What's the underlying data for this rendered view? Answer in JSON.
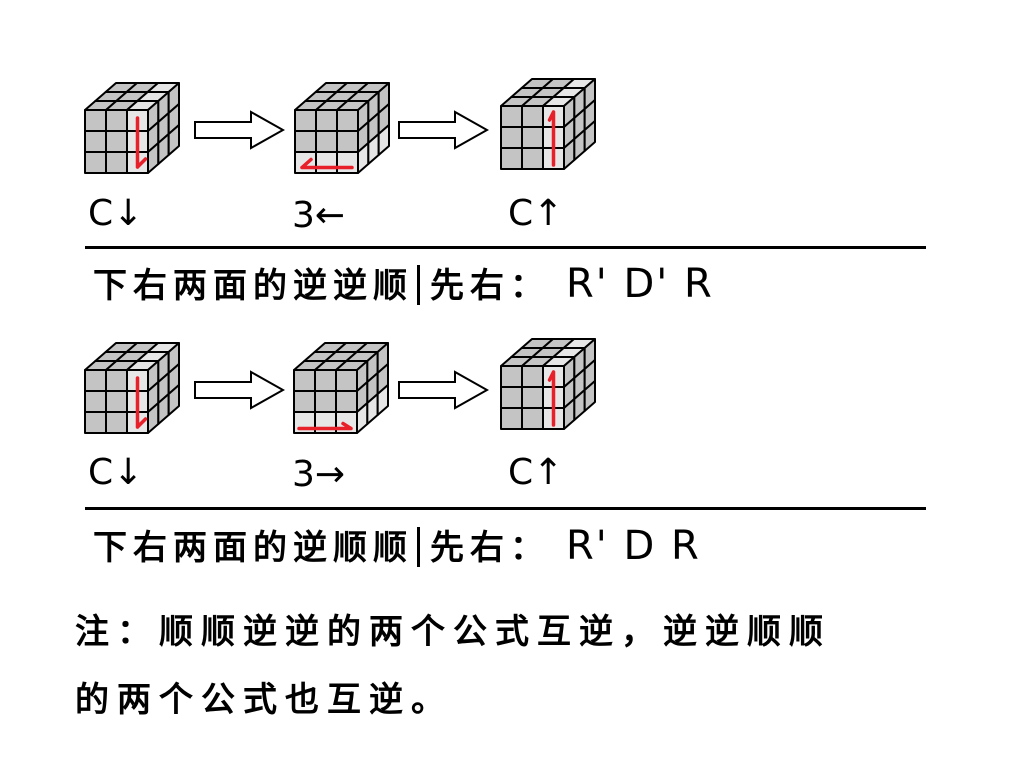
{
  "colors": {
    "sticker": "#c4c4c4",
    "sticker_highlight": "#e6e6e6",
    "edge": "#000000",
    "move_arrow": "#e8202a",
    "block_arrow_fill": "#ffffff"
  },
  "diagrams": [
    {
      "steps": [
        {
          "label": "C↓",
          "highlight": "right-column",
          "move": "down"
        },
        {
          "label": "3←",
          "highlight": "bottom-row",
          "move": "left"
        },
        {
          "label": "C↑",
          "highlight": "right-column",
          "move": "up"
        }
      ],
      "formula": {
        "description": "下右两面的逆逆顺",
        "prefix": "先右：",
        "moves": "R' D' R"
      }
    },
    {
      "steps": [
        {
          "label": "C↓",
          "highlight": "right-column",
          "move": "down"
        },
        {
          "label": "3→",
          "highlight": "bottom-row",
          "move": "right"
        },
        {
          "label": "C↑",
          "highlight": "right-column",
          "move": "up"
        }
      ],
      "formula": {
        "description": "下右两面的逆顺顺",
        "prefix": "先右：",
        "moves": "R' D R"
      }
    }
  ],
  "note": {
    "line1": "注：顺顺逆逆的两个公式互逆，逆逆顺顺",
    "line2": "的两个公式也互逆。"
  }
}
